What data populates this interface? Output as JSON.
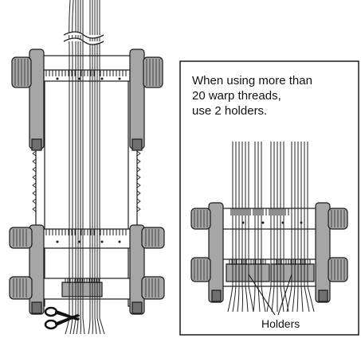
{
  "callout": {
    "lines": [
      "When using more than",
      "20 warp threads,",
      "use 2 holders."
    ],
    "holders_label": "Holders"
  },
  "icons": [
    "scissors-icon"
  ],
  "colors": {
    "frame_gray": "#a6a6a6",
    "dark_gray": "#6f6f6f",
    "line": "#1a1a1a",
    "thread": "#222222"
  }
}
